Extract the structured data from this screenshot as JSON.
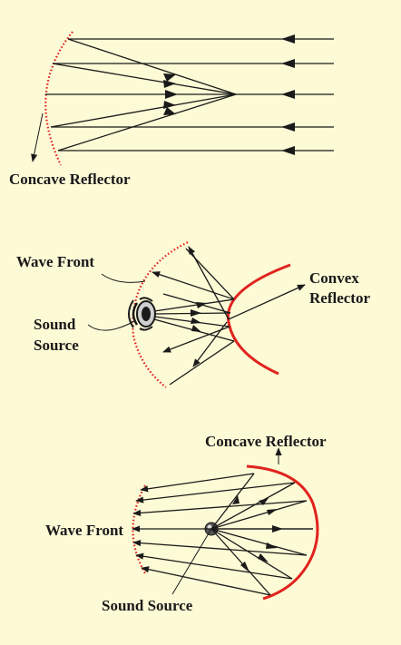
{
  "diagrams": [
    {
      "label_concave_reflector": "Concave Reflector"
    },
    {
      "label_wave_front": "Wave Front",
      "label_convex_reflector": "Convex\nReflector",
      "label_sound_source": "Sound\nSource"
    },
    {
      "label_concave_reflector": "Concave Reflector",
      "label_wave_front": "Wave Front",
      "label_sound_source": "Sound Source"
    }
  ],
  "colors": {
    "background": "#fdfad6",
    "reflector": "#e0231e",
    "ray": "#1a1a1a"
  }
}
